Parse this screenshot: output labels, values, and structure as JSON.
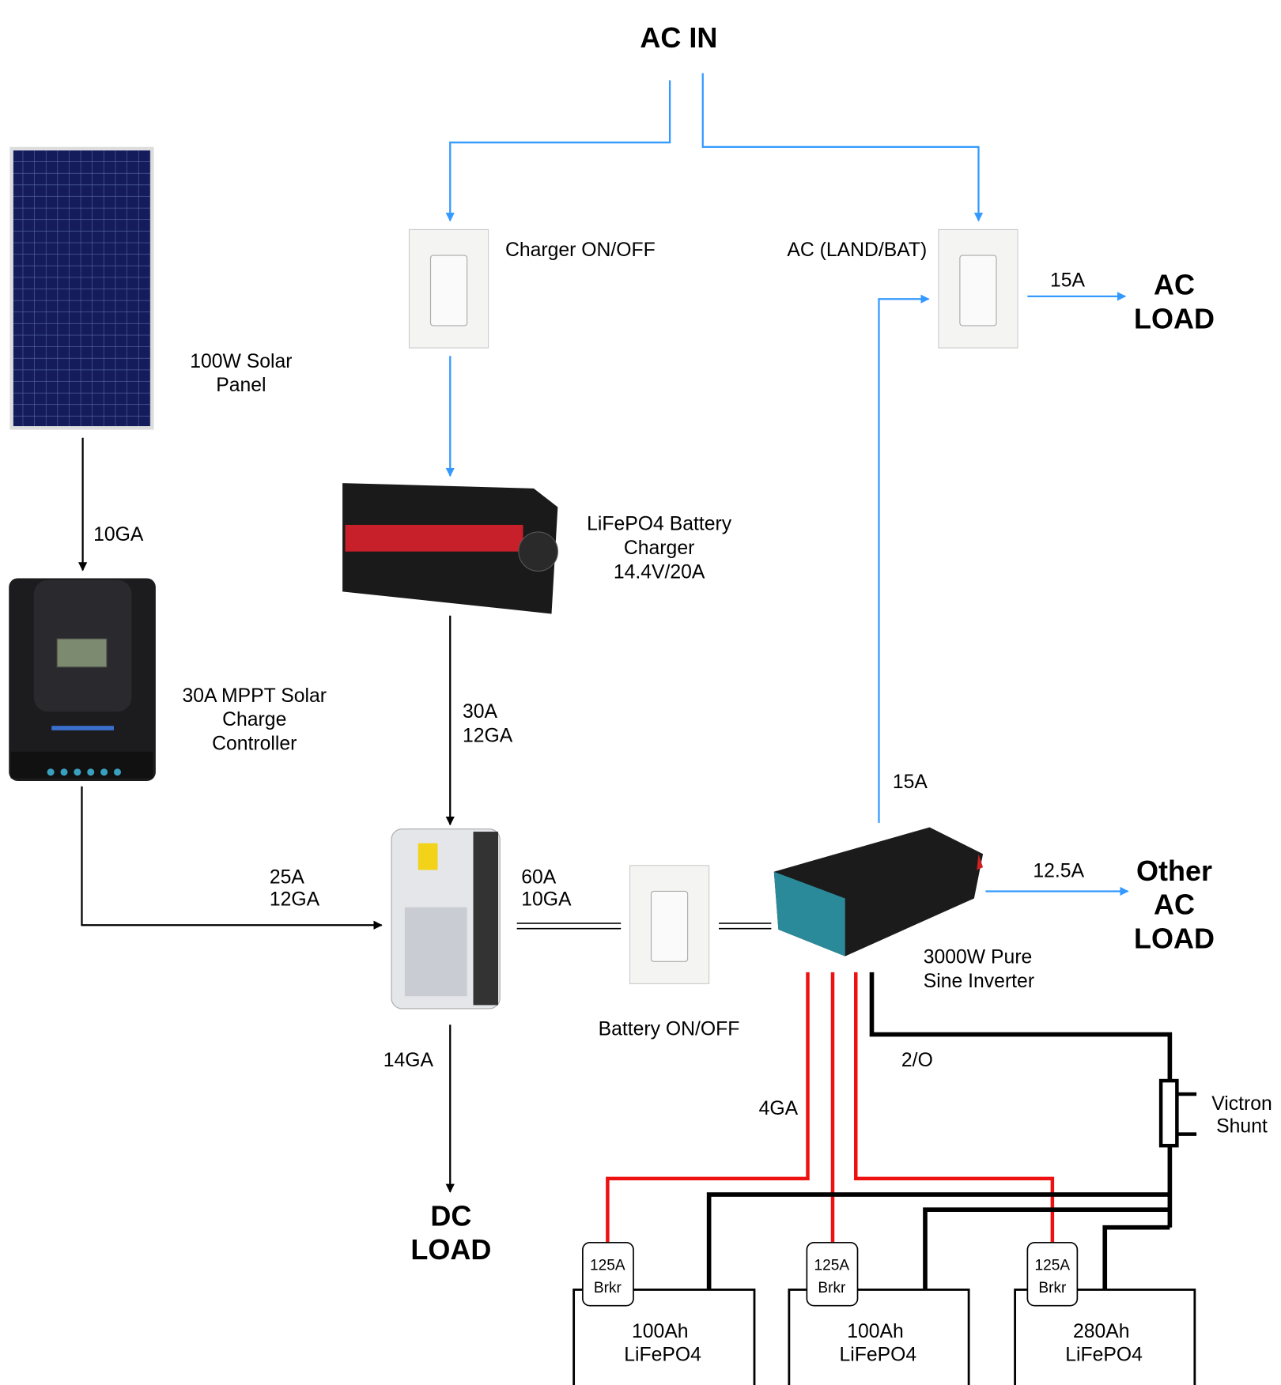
{
  "title": "AC IN",
  "colors": {
    "ac_wire": "#3399ff",
    "positive": "#ee1111",
    "negative": "#000000"
  },
  "components": {
    "solar_panel": {
      "label": [
        "100W Solar",
        "Panel"
      ]
    },
    "charge_controller": {
      "label": [
        "30A MPPT Solar",
        "Charge",
        "Controller"
      ]
    },
    "charger_switch": {
      "label": "Charger ON/OFF"
    },
    "ac_switch": {
      "label": "AC (LAND/BAT)"
    },
    "battery_charger": {
      "label": [
        "LiFePO4 Battery",
        "Charger",
        "14.4V/20A"
      ]
    },
    "battery_switch": {
      "label": "Battery ON/OFF"
    },
    "inverter": {
      "label": [
        "3000W Pure",
        "Sine Inverter"
      ]
    },
    "shunt": {
      "label": [
        "Victron",
        "Shunt"
      ]
    },
    "ac_load": [
      "AC",
      "LOAD"
    ],
    "other_ac_load": [
      "Other",
      "AC",
      "LOAD"
    ],
    "dc_load": [
      "DC",
      "LOAD"
    ]
  },
  "wires": {
    "solar_to_controller": "10GA",
    "charger_to_fuse": [
      "30A",
      "12GA"
    ],
    "controller_to_fuse": [
      "25A",
      "12GA"
    ],
    "fuse_to_switch": [
      "60A",
      "10GA"
    ],
    "fuse_to_dc": "14GA",
    "ac_switch_to_load": "15A",
    "inverter_to_ac_switch": "15A",
    "inverter_to_other": "12.5A",
    "negative": "2/O",
    "positive": "4GA"
  },
  "batteries": [
    {
      "breaker": [
        "125A",
        "Brkr"
      ],
      "label": [
        "100Ah",
        "LiFePO4"
      ]
    },
    {
      "breaker": [
        "125A",
        "Brkr"
      ],
      "label": [
        "100Ah",
        "LiFePO4"
      ]
    },
    {
      "breaker": [
        "125A",
        "Brkr"
      ],
      "label": [
        "280Ah",
        "LiFePO4"
      ]
    }
  ]
}
